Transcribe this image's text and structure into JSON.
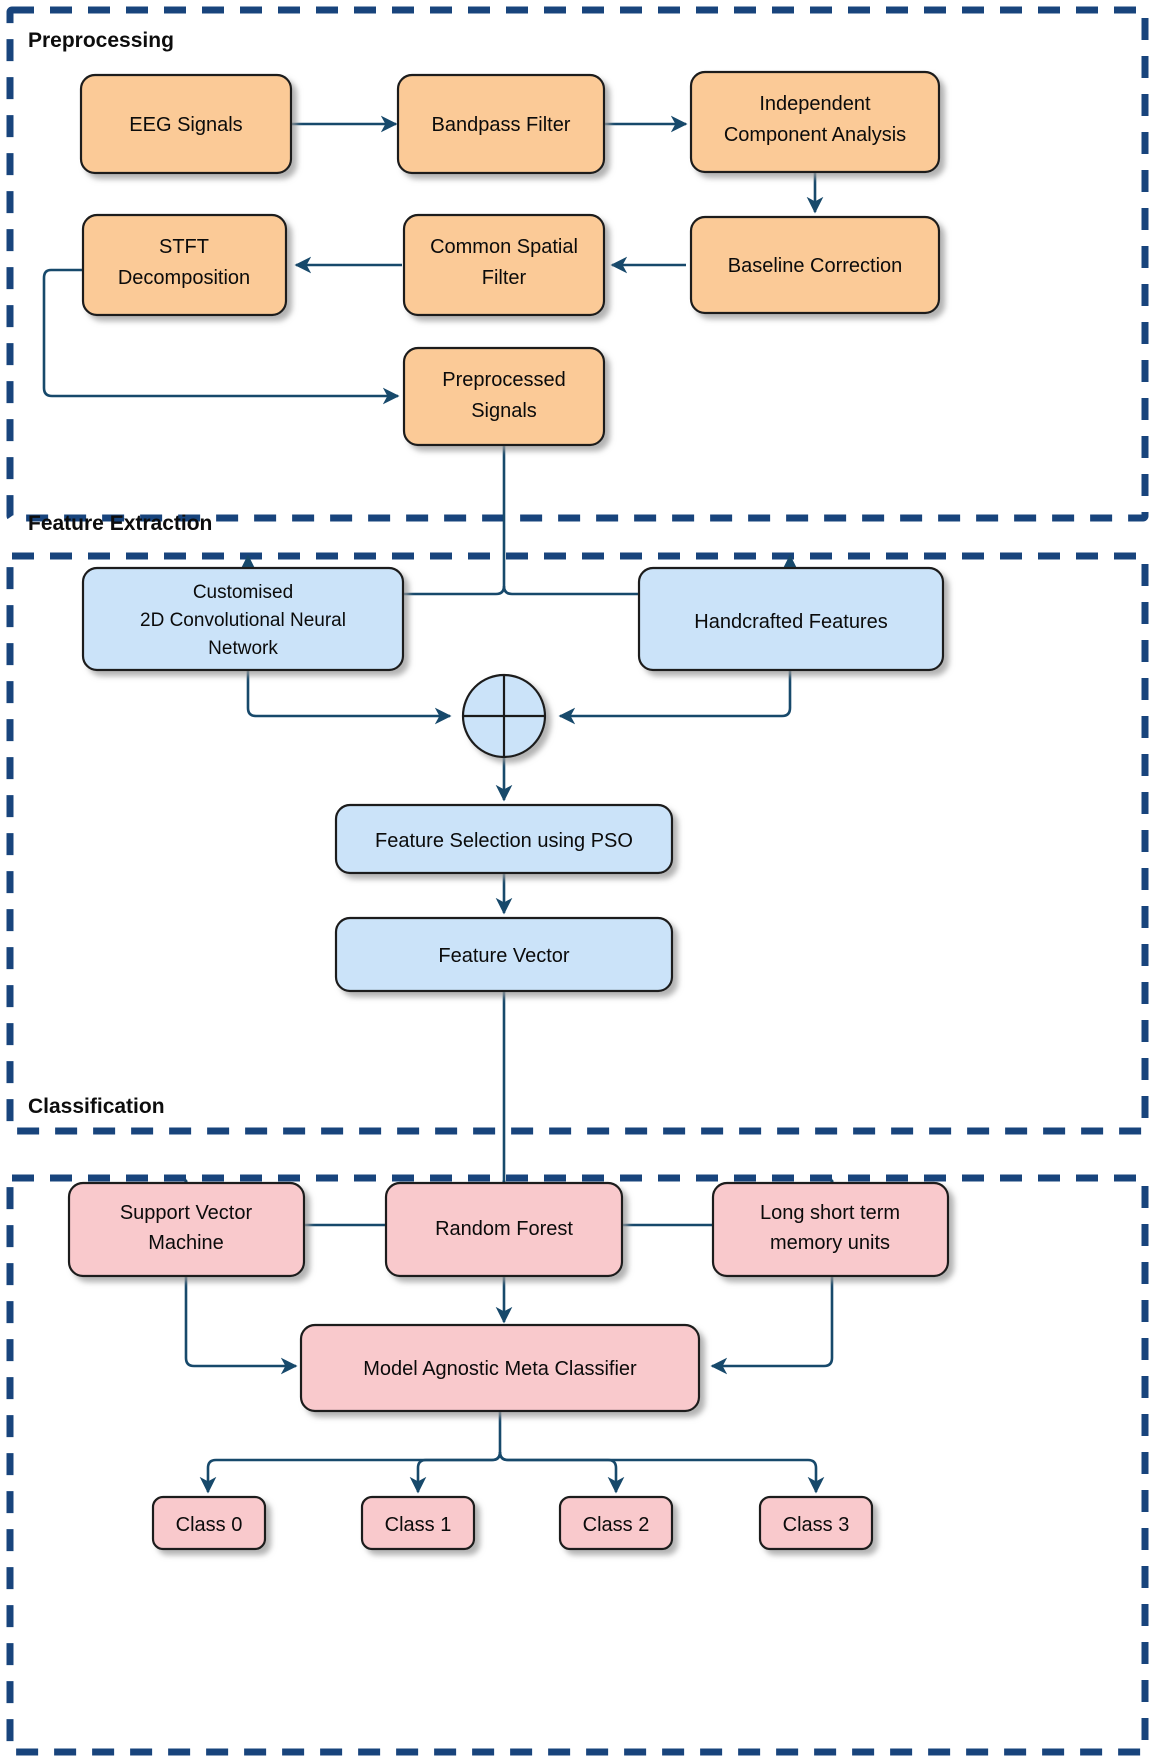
{
  "diagram": {
    "title": "EEG Classification Pipeline Flowchart",
    "colors": {
      "section_border": "#18447c",
      "preprocessing_fill": "#fbca97",
      "feature_fill": "#cbe3f9",
      "classification_fill": "#f9c9cc",
      "connector": "#17496b",
      "node_stroke": "#1a1a1a",
      "background": "#ffffff"
    },
    "sections": [
      {
        "id": "preprocessing",
        "label": "Preprocessing"
      },
      {
        "id": "feature_extraction",
        "label": "Feature Extraction"
      },
      {
        "id": "classification",
        "label": "Classification"
      }
    ],
    "nodes": {
      "eeg_signals": {
        "line1": "EEG Signals",
        "line2": ""
      },
      "bandpass_filter": {
        "line1": "Bandpass Filter",
        "line2": ""
      },
      "ica": {
        "line1": "Independent",
        "line2": "Component Analysis"
      },
      "baseline_correction": {
        "line1": "Baseline Correction",
        "line2": ""
      },
      "common_spatial_filter": {
        "line1": "Common Spatial",
        "line2": "Filter"
      },
      "stft": {
        "line1": "STFT",
        "line2": "Decomposition"
      },
      "preprocessed_signals": {
        "line1": "Preprocessed",
        "line2": "Signals"
      },
      "cnn": {
        "line1": "Customised",
        "line2": "2D Convolutional Neural",
        "line3": "Network"
      },
      "handcrafted": {
        "line1": "Handcrafted Features",
        "line2": ""
      },
      "fusion": {
        "line1": "",
        "symbol": "plus-circle-junction"
      },
      "pso": {
        "line1": "Feature Selection using PSO",
        "line2": ""
      },
      "feature_vector": {
        "line1": "Feature Vector",
        "line2": ""
      },
      "svm": {
        "line1": "Support Vector",
        "line2": "Machine"
      },
      "random_forest": {
        "line1": "Random Forest",
        "line2": ""
      },
      "lstm": {
        "line1": "Long short term",
        "line2": "memory units"
      },
      "meta_classifier": {
        "line1": "Model Agnostic Meta Classifier",
        "line2": ""
      },
      "class0": {
        "line1": "Class 0",
        "line2": ""
      },
      "class1": {
        "line1": "Class 1",
        "line2": ""
      },
      "class2": {
        "line1": "Class 2",
        "line2": ""
      },
      "class3": {
        "line1": "Class 3",
        "line2": ""
      }
    }
  }
}
